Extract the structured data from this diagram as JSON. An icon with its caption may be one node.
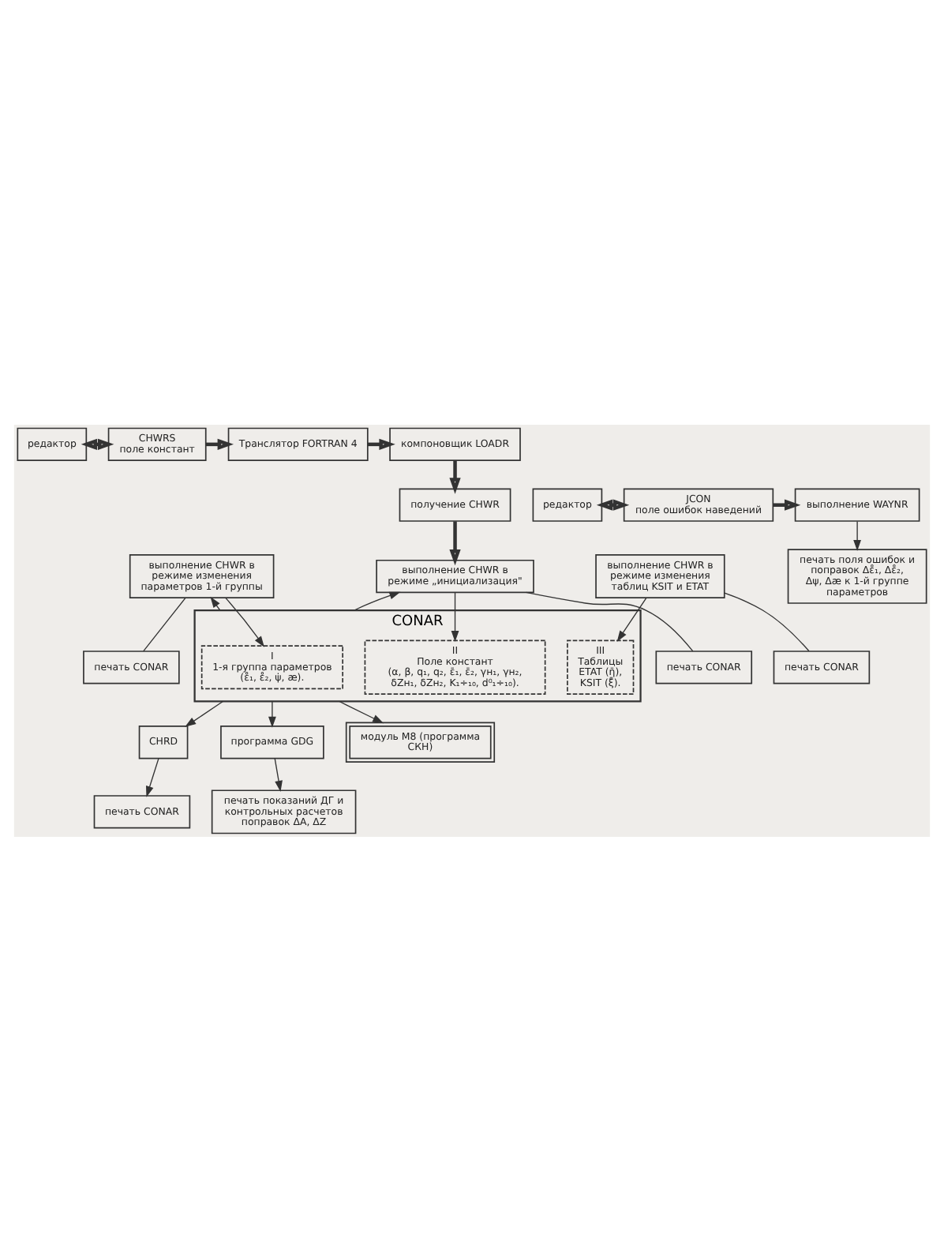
{
  "diagram": {
    "nodes": [
      {
        "text": [
          "редактор"
        ]
      },
      {
        "text": [
          "CHWRS",
          "поле констант"
        ]
      },
      {
        "text": [
          "Транслятор FORTRAN 4"
        ]
      },
      {
        "text": [
          "компоновщик LOADR"
        ]
      },
      {
        "text": [
          "редактор"
        ]
      },
      {
        "text": [
          "JCON",
          "поле ошибок наведений"
        ]
      },
      {
        "text": [
          "выполнение WAYNR"
        ]
      },
      {
        "text": [
          "получение CHWR"
        ]
      },
      {
        "text": [
          "печать поля ошибок и поправок Δε̊₁, Δε̊₂, Δψ, Δæ к 1-й группе параметров"
        ]
      },
      {
        "text": [
          "выполнение CHWR в режиме изменения параметров 1-й группы"
        ]
      },
      {
        "text": [
          "CONAR"
        ]
      },
      {
        "text": [
          "I",
          "1-я группа параметров",
          "(ε̊₁, ε̊₂, ψ̇, æ)."
        ],
        "in": 10
      },
      {
        "text": [
          "печать CONAR"
        ]
      },
      {
        "text": [
          "выполнение CHWR в режиме „инициализация\""
        ]
      },
      {
        "text": [
          "II",
          "Поле констант",
          "(α, β, q₁, q₂, ε̄₁, ε̄₂, γн₁, γн₂, δZн₁, δZн₂, K₁÷₁₀, d⁰₁÷₁₀)."
        ],
        "in": 10
      },
      {
        "text": [
          "печать CONAR"
        ]
      },
      {
        "text": [
          "выполнение CHWR в режиме изменения таблиц KSIT и ETAT"
        ]
      },
      {
        "text": [
          "CHRD"
        ]
      },
      {
        "text": [
          "III",
          "Таблицы",
          "ETAT (η̄),",
          "KSIT (ξ̄)."
        ],
        "in": 10
      },
      {
        "text": [
          "печать CONAR"
        ]
      },
      {
        "text": [
          "печать CONAR"
        ]
      },
      {
        "text": [
          "программа GDG"
        ]
      },
      {
        "text": [
          "модуль M8 (программа СКН)"
        ]
      },
      {
        "text": [
          "печать показаний ДГ и контрольных расчетов поправок ΔA, ΔZ"
        ]
      }
    ],
    "edges": [
      {
        "from": 0,
        "to": 1,
        "arrow": "both",
        "style": "thick"
      },
      {
        "from": 1,
        "to": 2,
        "arrow": "to",
        "style": "thick"
      },
      {
        "from": 2,
        "to": 3,
        "arrow": "to",
        "style": "thick"
      },
      {
        "from": 4,
        "to": 5,
        "arrow": "both",
        "style": "thick"
      },
      {
        "from": 5,
        "to": 6,
        "arrow": "to",
        "style": "thick"
      },
      {
        "from": 3,
        "to": 7,
        "arrow": "to",
        "style": "thick"
      },
      {
        "from": 6,
        "to": 8,
        "arrow": "to"
      },
      {
        "from": 7,
        "to": 13,
        "arrow": "to",
        "style": "thick"
      },
      {
        "from": 10,
        "to": 9,
        "arrow": "to"
      },
      {
        "from": 9,
        "to": 11,
        "arrow": "to"
      },
      {
        "from": 9,
        "to": 12,
        "arrow": "none"
      },
      {
        "from": 10,
        "to": 13,
        "arrow": "to"
      },
      {
        "from": 13,
        "to": 14,
        "arrow": "to"
      },
      {
        "from": 13,
        "to": 15,
        "arrow": "none"
      },
      {
        "from": 10,
        "to": 17,
        "arrow": "to"
      },
      {
        "from": 17,
        "to": 20,
        "arrow": "to"
      },
      {
        "from": 16,
        "to": 18,
        "arrow": "to"
      },
      {
        "from": 16,
        "to": 19,
        "arrow": "none"
      },
      {
        "from": 10,
        "to": 21,
        "arrow": "to"
      },
      {
        "from": 10,
        "to": 22,
        "arrow": "to"
      },
      {
        "from": 21,
        "to": 23,
        "arrow": "to"
      }
    ]
  }
}
